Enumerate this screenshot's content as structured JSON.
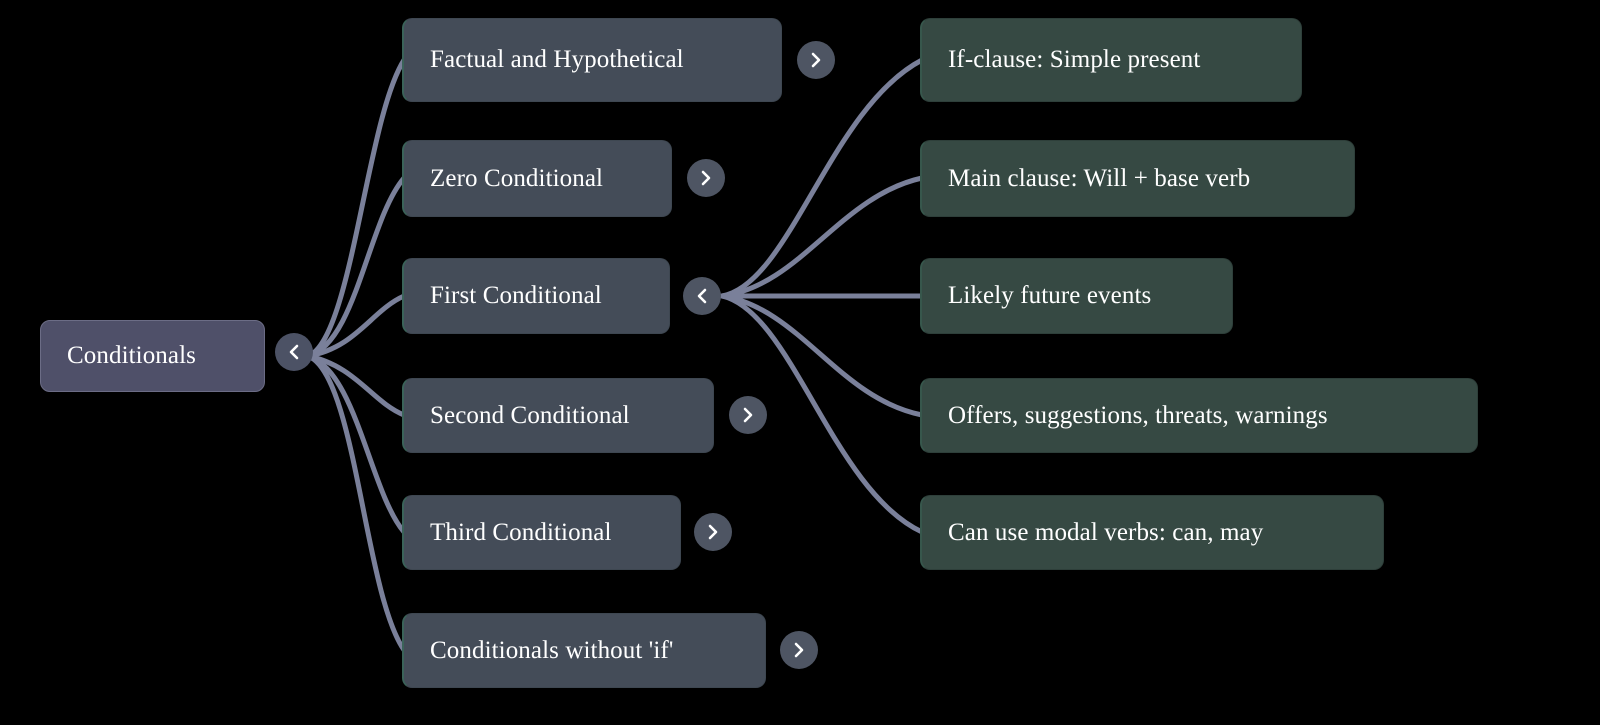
{
  "diagram": {
    "type": "mindmap",
    "title": "Conditionals",
    "background": "#000000",
    "colors": {
      "root_node": "#4f5069",
      "branch_node": "#444c58",
      "leaf_node": "#364943",
      "edge": "#7a809a",
      "toggle": "#4e5563",
      "text": "#ffffff",
      "accent_border": "#3b6359"
    }
  },
  "root": {
    "label": "Conditionals",
    "toggle": {
      "icon": "chevron-left-icon",
      "glyph": "<",
      "state": "expanded"
    }
  },
  "branches": [
    {
      "label": "Factual and Hypothetical",
      "toggle": {
        "icon": "chevron-right-icon",
        "glyph": ">",
        "state": "collapsed"
      }
    },
    {
      "label": "Zero Conditional",
      "toggle": {
        "icon": "chevron-right-icon",
        "glyph": ">",
        "state": "collapsed"
      }
    },
    {
      "label": "First Conditional",
      "toggle": {
        "icon": "chevron-left-icon",
        "glyph": "<",
        "state": "expanded"
      }
    },
    {
      "label": "Second Conditional",
      "toggle": {
        "icon": "chevron-right-icon",
        "glyph": ">",
        "state": "collapsed"
      }
    },
    {
      "label": "Third Conditional",
      "toggle": {
        "icon": "chevron-right-icon",
        "glyph": ">",
        "state": "collapsed"
      }
    },
    {
      "label": "Conditionals without 'if'",
      "toggle": {
        "icon": "chevron-right-icon",
        "glyph": ">",
        "state": "collapsed"
      }
    }
  ],
  "leaves": [
    {
      "label": "If-clause: Simple present",
      "parent": "First Conditional"
    },
    {
      "label": "Main clause: Will + base verb",
      "parent": "First Conditional"
    },
    {
      "label": "Likely future events",
      "parent": "First Conditional"
    },
    {
      "label": "Offers, suggestions, threats, warnings",
      "parent": "First Conditional"
    },
    {
      "label": "Can use modal verbs: can, may",
      "parent": "First Conditional"
    }
  ]
}
